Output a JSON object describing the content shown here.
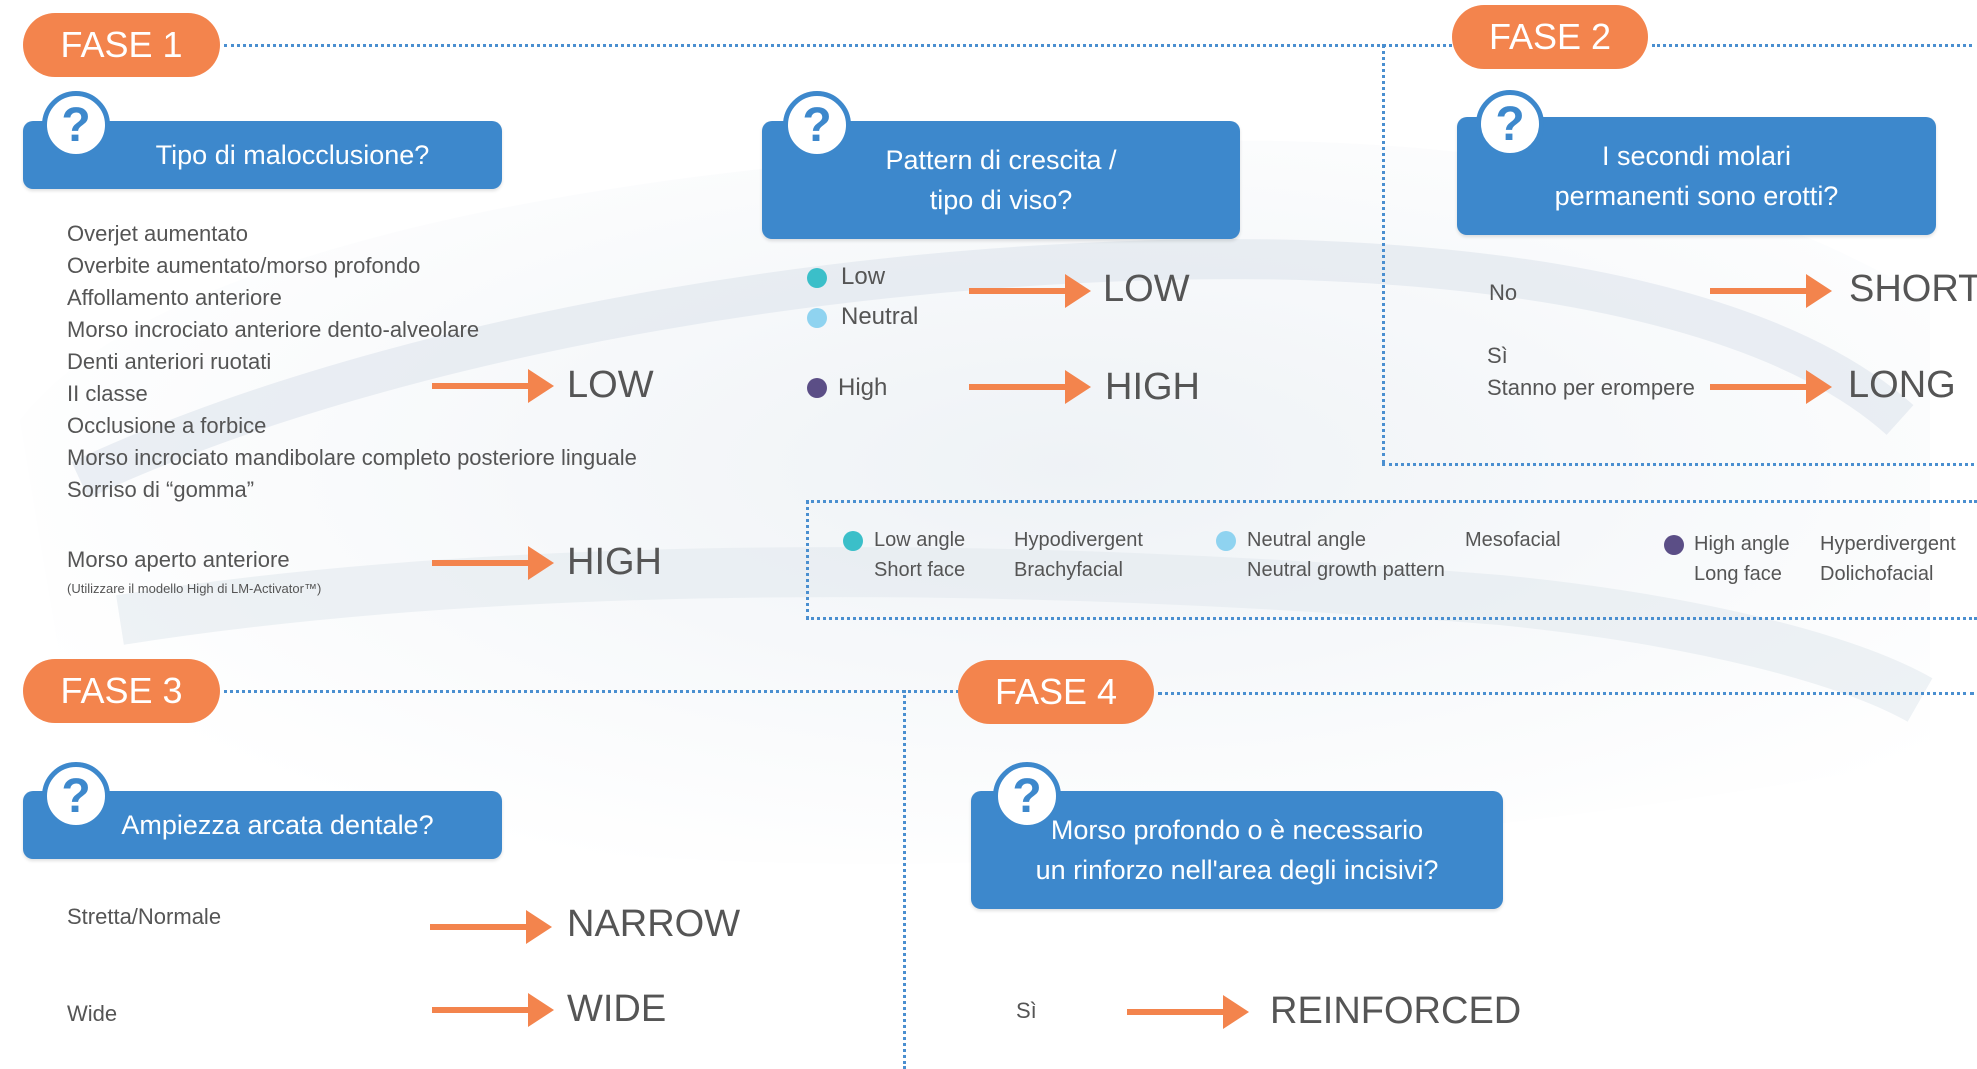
{
  "colors": {
    "accent_orange": "#f3844d",
    "question_blue": "#3d88cc",
    "low_dot": "#3bbfc9",
    "neutral_dot": "#8fd3f0",
    "high_dot": "#5b4e86"
  },
  "phase1": {
    "label": "FASE 1",
    "question": "Tipo di malocclusione?",
    "items": [
      "Overjet aumentato",
      "Overbite aumentato/morso profondo",
      "Affollamento anteriore",
      "Morso incrociato anteriore dento-alveolare",
      "Denti anteriori ruotati",
      "II classe",
      "Occlusione a forbice",
      "Morso incrociato mandibolare completo posteriore linguale",
      "Sorriso di “gomma”"
    ],
    "result_low": "LOW",
    "open_bite": "Morso aperto anteriore",
    "open_bite_note": "(Utilizzare il modello High di LM-Activator™)",
    "result_high": "HIGH"
  },
  "growth": {
    "question_line1": "Pattern di crescita /",
    "question_line2": "tipo di viso?",
    "low": "Low",
    "neutral": "Neutral",
    "high": "High",
    "result_low": "LOW",
    "result_high": "HIGH"
  },
  "phase2": {
    "label": "FASE 2",
    "question_line1": "I secondi molari",
    "question_line2": "permanenti sono erotti?",
    "no": "No",
    "result_short": "SHORT",
    "si": "Sì",
    "erupting": "Stanno per erompere",
    "result_long": "LONG"
  },
  "legend": {
    "low_angle": "Low angle",
    "short_face": "Short face",
    "hypodivergent": "Hypodivergent",
    "brachyfacial": "Brachyfacial",
    "neutral_angle": "Neutral angle",
    "neutral_growth": "Neutral growth pattern",
    "mesofacial": "Mesofacial",
    "high_angle": "High angle",
    "long_face": "Long face",
    "hyperdivergent": "Hyperdivergent",
    "dolichofacial": "Dolichofacial"
  },
  "phase3": {
    "label": "FASE 3",
    "question": "Ampiezza arcata dentale?",
    "narrow_input": "Stretta/Normale",
    "result_narrow": "NARROW",
    "wide_input": "Wide",
    "result_wide": "WIDE"
  },
  "phase4": {
    "label": "FASE 4",
    "question_line1": "Morso profondo o è necessario",
    "question_line2": "un rinforzo nell'area degli incisivi?",
    "si": "Sì",
    "result": "REINFORCED"
  },
  "icons": {
    "question": "?"
  }
}
